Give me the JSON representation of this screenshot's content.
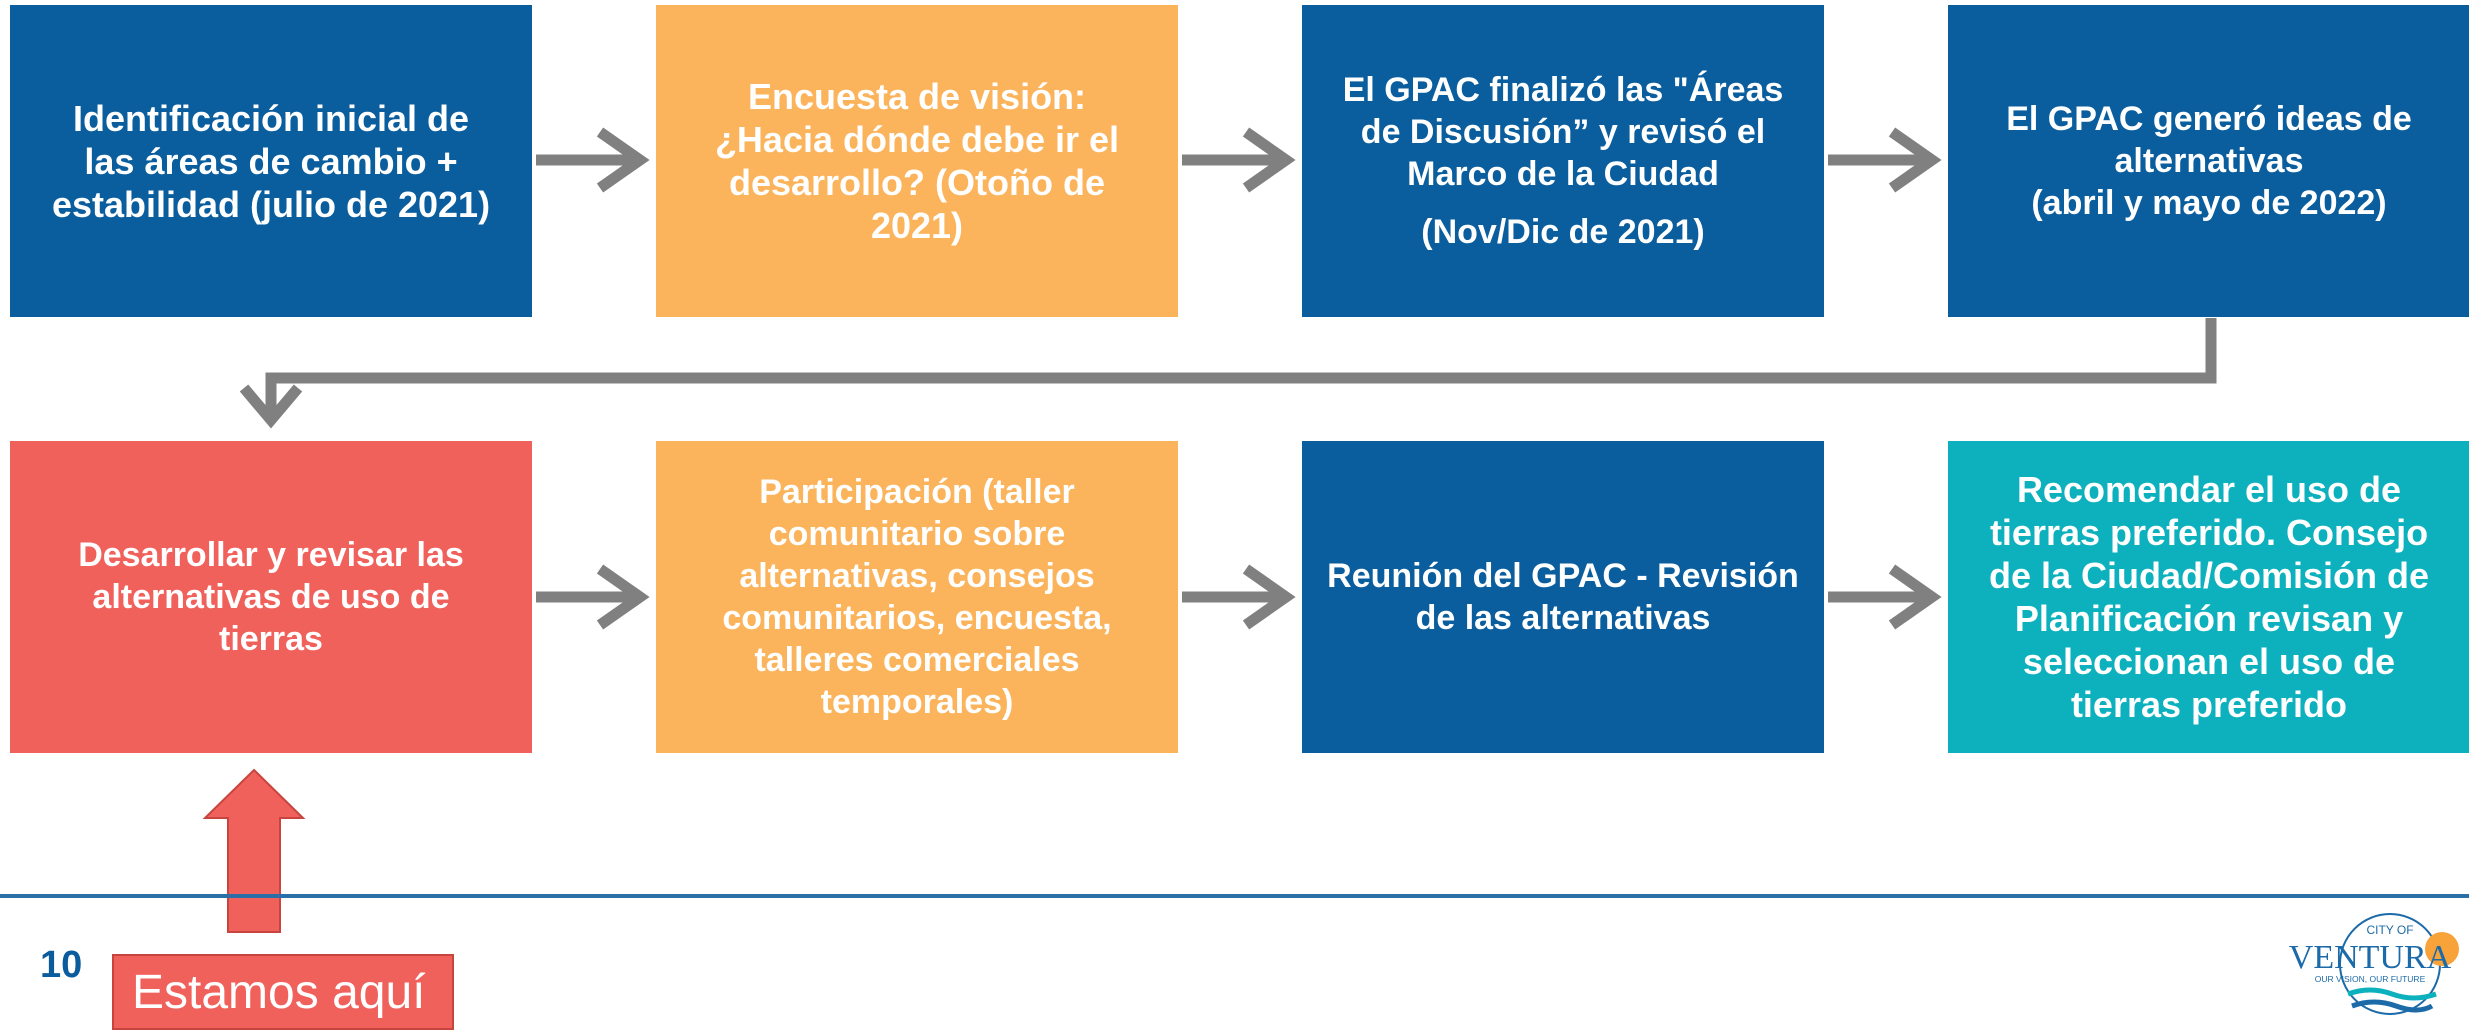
{
  "colors": {
    "blue": "#0b5e9e",
    "orange": "#fbb45c",
    "red": "#f1615c",
    "teal": "#0db1bd",
    "arrow_gray": "#808080",
    "here_arrow": "#f1615c"
  },
  "steps": [
    {
      "text": "Identificación inicial de\nlas áreas de cambio +\nestabilidad (julio de 2021)",
      "sub": "",
      "color": "blue"
    },
    {
      "text": "Encuesta de visión:\n¿Hacia dónde debe ir el\ndesarrollo? (Otoño de\n2021)",
      "sub": "",
      "color": "orange"
    },
    {
      "text": "El GPAC finalizó las \"Áreas\nde Discusión” y revisó el\nMarco de la Ciudad",
      "sub": "(Nov/Dic de 2021)",
      "color": "blue"
    },
    {
      "text": "El GPAC generó ideas de\nalternativas\n(abril y mayo de 2022)",
      "sub": "",
      "color": "blue"
    },
    {
      "text": "Desarrollar y revisar las\nalternativas de uso de\ntierras",
      "sub": "",
      "color": "red"
    },
    {
      "text": "Participación (taller\ncomunitario sobre\nalternativas, consejos\ncomunitarios, encuesta,\ntalleres comerciales\ntemporales)",
      "sub": "",
      "color": "orange"
    },
    {
      "text": "Reunión del GPAC - Revisión\nde las alternativas",
      "sub": "",
      "color": "blue"
    },
    {
      "text": "Recomendar el uso de\ntierras preferido. Consejo\nde la Ciudad/Comisión de\nPlanificación revisan y\nseleccionan el uso de\ntierras preferido",
      "sub": "",
      "color": "teal"
    }
  ],
  "page_number": "10",
  "here_label": "Estamos aquí",
  "logo": {
    "top": "CITY OF",
    "name": "VENTURA",
    "tagline": "OUR VISION, OUR FUTURE"
  }
}
